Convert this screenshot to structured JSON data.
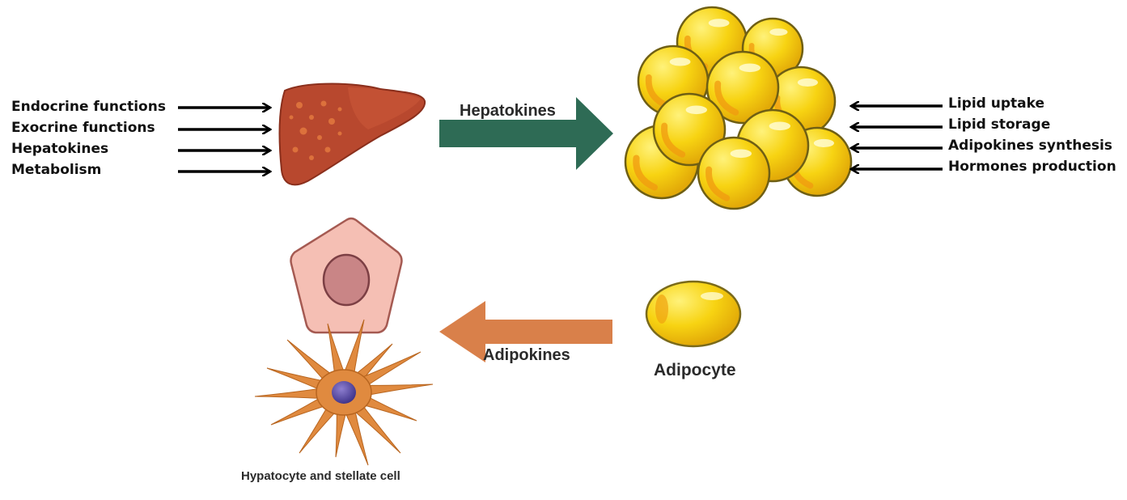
{
  "liver_inputs": [
    "Endocrine functions",
    "Exocrine functions",
    "Hepatokines",
    "Metabolism"
  ],
  "adipose_inputs": [
    "Lipid uptake",
    "Lipid storage",
    "Adipokines synthesis",
    "Hormones production"
  ],
  "arrows": {
    "liver_to_adipose": {
      "label": "Hepatokines",
      "color": "#2e6b55"
    },
    "adipocyte_to_liver": {
      "label": "Adipokines",
      "color": "#d9804a"
    }
  },
  "labels": {
    "adipocyte": "Adipocyte",
    "liver_cells": "Hypatocyte and stellate cell"
  },
  "icons": {
    "liver": "liver-icon",
    "adipose": "adipose-tissue-icon",
    "adipocyte": "adipocyte-icon",
    "hepatocyte": "hepatocyte-icon",
    "stellate": "stellate-cell-icon"
  },
  "colors": {
    "liver": "#b8482e",
    "fat": "#f7d312",
    "hepatocyte": "#f5bfb4",
    "stellate": "#e08a3f"
  }
}
